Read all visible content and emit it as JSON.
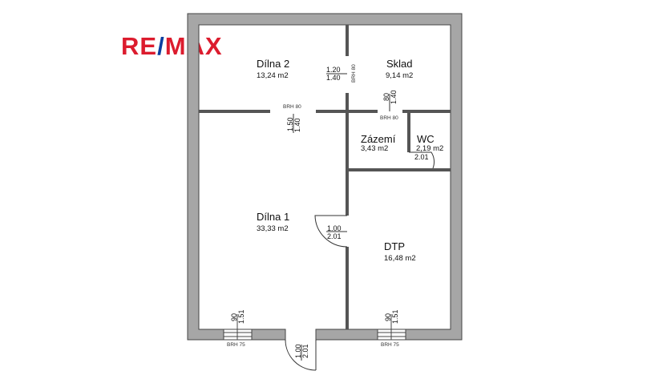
{
  "logo": {
    "text": "RE/MAX",
    "left": "RE",
    "slash": "/",
    "right": "MAX",
    "red": "#dc1c2e",
    "blue": "#0b3fa0"
  },
  "colors": {
    "wall_fill": "#a6a6a6",
    "wall_line": "#444444"
  },
  "rooms": [
    {
      "name": "Dílna 2",
      "area": "13,24 m2"
    },
    {
      "name": "Sklad",
      "area": "9,14 m2"
    },
    {
      "name": "Zázemí",
      "area": "3,43 m2"
    },
    {
      "name": "WC",
      "area": "2,19 m2"
    },
    {
      "name": "Dílna 1",
      "area": "33,33 m2"
    },
    {
      "name": "DTP",
      "area": "16,48 m2"
    }
  ],
  "dims": {
    "opening_dilna2_sklad": {
      "top": "1.20",
      "bottom": "1.40",
      "brh": "BRH 80"
    },
    "opening_sklad_zazemi": {
      "top": "80",
      "bottom": "1.40",
      "brh": "BRH 80"
    },
    "opening_dilna2_dilna1": {
      "top": "1.50",
      "bottom": "1.40",
      "brh": "BRH 80"
    },
    "door_wc": {
      "bottom": "2.01"
    },
    "door_dilna1_dtp": {
      "top": "1.00",
      "bottom": "2.01"
    },
    "window_dilna1": {
      "top": "90",
      "bottom": "1.51",
      "brh": "BRH 75"
    },
    "window_dtp": {
      "top": "90",
      "bottom": "1.51",
      "brh": "BRH 75"
    },
    "entry_door": {
      "top": "1.00",
      "bottom": "2.01"
    }
  }
}
